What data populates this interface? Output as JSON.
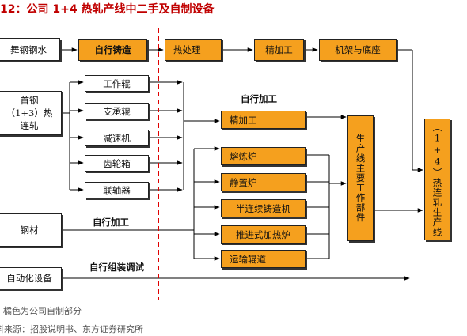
{
  "title": "12：公司 1+4 热轧产线中二手及自制设备",
  "boxes": {
    "wugang": "舞钢钢水",
    "zizhu": "自行铸造",
    "rechuli": "热处理",
    "jingjiagong_top": "精加工",
    "jijia": "机架与底座",
    "shougang": "首钢（1+3）热连轧",
    "gongzuogun": "工作辊",
    "zhichenggun": "支承辊",
    "jiansuji": "减速机",
    "chilunxiang": "齿轮箱",
    "lianzhouqi": "联轴器",
    "jingjiagong_mid": "精加工",
    "ronglianlu": "熔炼炉",
    "jingzhilu": "静置炉",
    "banlianxu": "半连续铸造机",
    "tuijinshi": "推进式加热炉",
    "yunshugun": "运输辊道",
    "gangcai": "钢材",
    "zidonghua": "自动化设备",
    "shengchanxian": "生产线主要工作部件",
    "final": "（1+4）热连轧生产线"
  },
  "labels": {
    "zixing_jiagong_1": "自行加工",
    "zixing_jiagong_2": "自行加工",
    "zixing_zuzhuang": "自行组装调试"
  },
  "notes": {
    "legend": "橘色为公司自制部分",
    "source": "料来源：招股说明书、东方证券研究所"
  },
  "colors": {
    "orange": "#f5a01e",
    "title_red": "#c00000",
    "divider_red": "#e00000"
  }
}
